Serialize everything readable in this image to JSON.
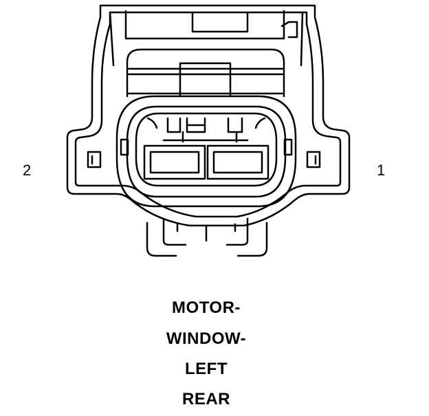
{
  "connector": {
    "pin_right_label": "1",
    "pin_left_label": "2",
    "caption_lines": [
      "MOTOR-",
      "WINDOW-",
      "LEFT",
      "REAR"
    ]
  }
}
